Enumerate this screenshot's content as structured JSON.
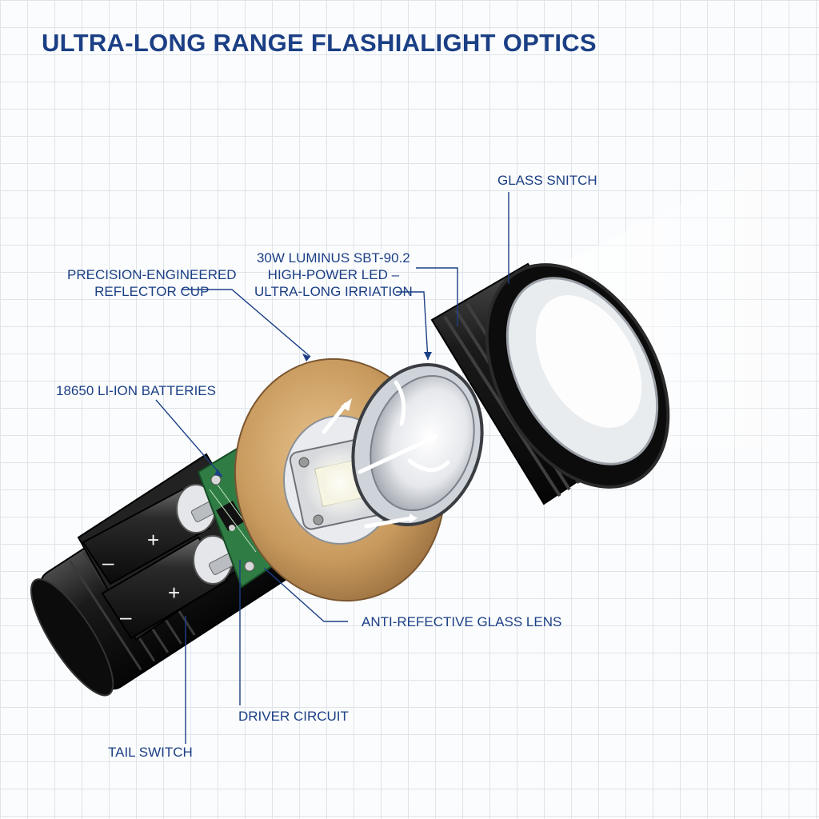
{
  "title": "ULTRA-LONG RANGE FLASHIALIGHT OPTICS",
  "labels": {
    "glass_switch": "GLASS SNITCH",
    "led": [
      "30W LUMINUS SBT-90.2",
      "HIGH-POWER LED –",
      "ULTRA-LONG IRRIATION"
    ],
    "reflector": [
      "PRECISION-ENGINEERED",
      "REFLECTOR CUP"
    ],
    "batteries": "18650 LI-ION BATTERIES",
    "lens": "ANTI-REFECTIVE GLASS LENS",
    "driver": "DRIVER CIRCUIT",
    "tail_switch": "TAIL SWITCH"
  },
  "battery_signs": {
    "plus": "+",
    "minus": "–"
  },
  "colors": {
    "label_blue": "#1b3f85",
    "body_black": "#141414",
    "reflector_gold": "#c89a5e",
    "pcb_green": "#2f7d45",
    "grid": "#dfe4ea"
  }
}
